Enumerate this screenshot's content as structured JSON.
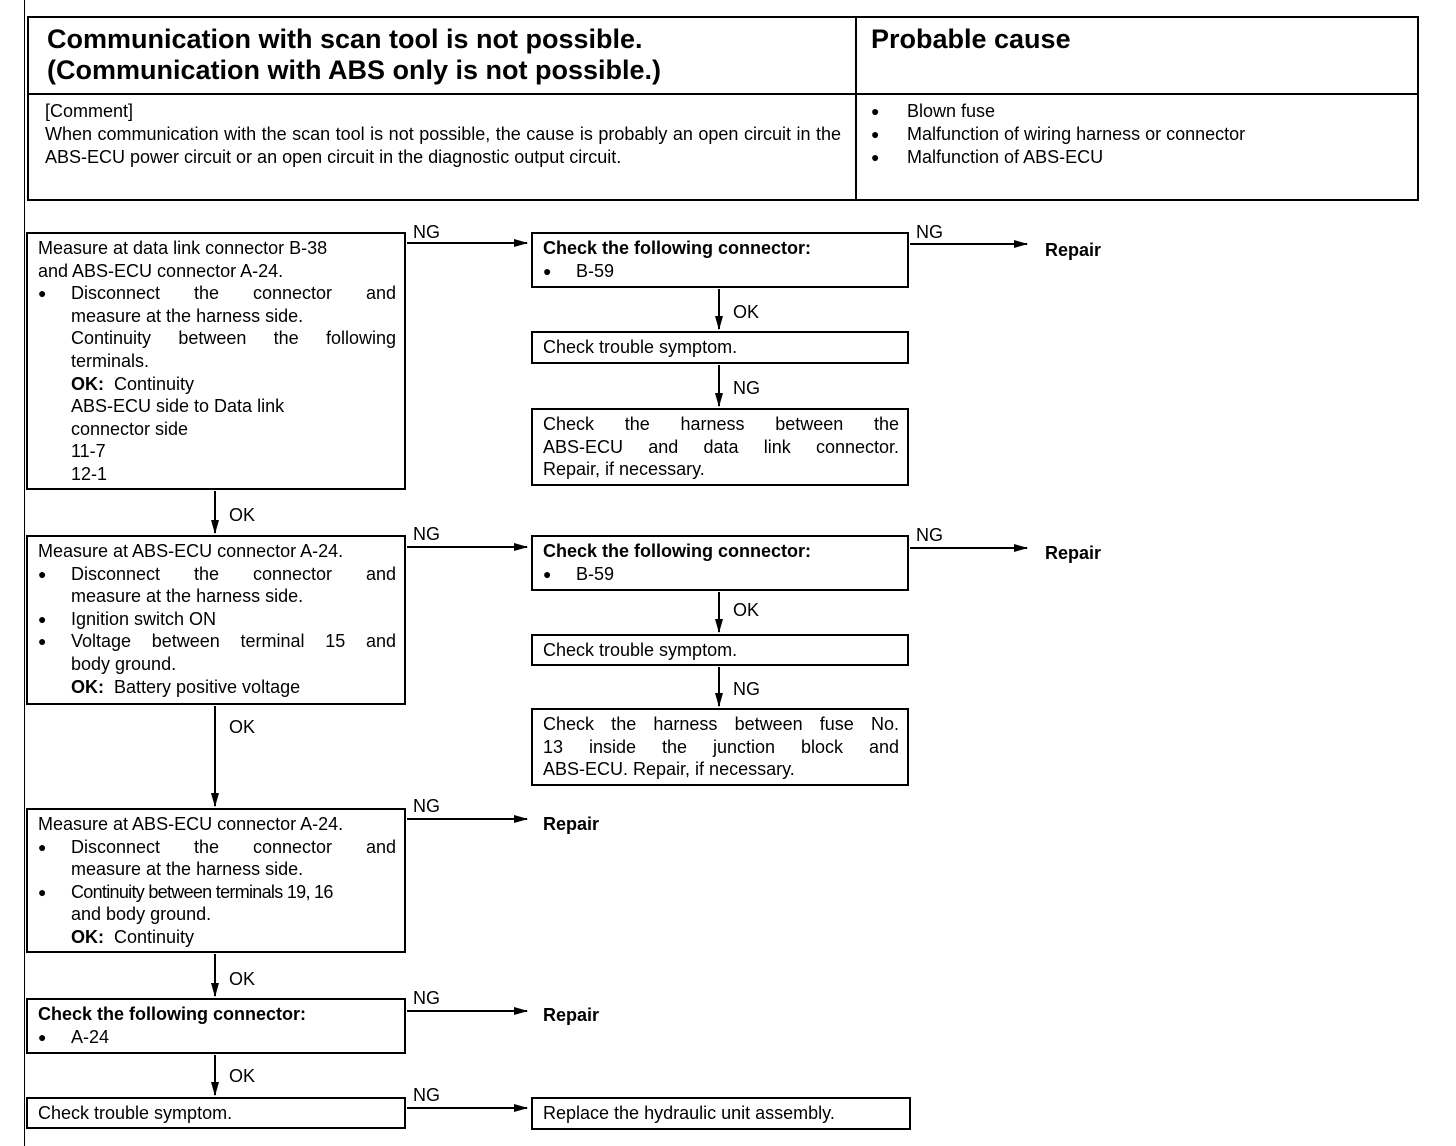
{
  "header": {
    "title_line1": "Communication with scan tool is not possible.",
    "title_line2": "(Communication with ABS only is not possible.)",
    "cause_title": "Probable cause",
    "comment_label": "[Comment]",
    "comment_text": "When communication with the scan tool is not possible, the cause is probably an open circuit in the ABS-ECU power circuit or an open circuit in the diagnostic output circuit.",
    "causes": [
      "Blown fuse",
      "Malfunction of wiring harness or connector",
      "Malfunction of ABS-ECU"
    ]
  },
  "step1": {
    "l1": "Measure at data link connector B-38",
    "l2": "and ABS-ECU connector A-24.",
    "b1a": "Disconnect the connector and",
    "b1b": "measure at the harness side.",
    "b1c": "Continuity between the following",
    "b1d": "terminals.",
    "ok_label": "OK:",
    "ok_value": "Continuity",
    "s1": "ABS-ECU side to Data link",
    "s2": "connector side",
    "s3": "11-7",
    "s4": "12-1"
  },
  "step2": {
    "l1": "Measure at ABS-ECU connector A-24.",
    "b1a": "Disconnect the connector and",
    "b1b": "measure at the harness side.",
    "b2": "Ignition switch ON",
    "b3a": "Voltage between terminal 15 and",
    "b3b": "body ground.",
    "ok_label": "OK:",
    "ok_value": "Battery positive voltage"
  },
  "step3": {
    "l1": "Measure at ABS-ECU connector A-24.",
    "b1a": "Disconnect the connector and",
    "b1b": "measure at the harness side.",
    "b2a": "Continuity between terminals 19, 16",
    "b2b": "and body ground.",
    "ok_label": "OK:",
    "ok_value": "Continuity"
  },
  "step4": {
    "title": "Check the following connector:",
    "item": "A-24"
  },
  "step5": {
    "text": "Check trouble symptom."
  },
  "branch1": {
    "conn_title": "Check the following connector:",
    "conn_item": "B-59",
    "symptom": "Check trouble symptom.",
    "harness_l1": "Check the harness between the",
    "harness_l2": "ABS-ECU and data link connector.",
    "harness_l3": "Repair, if necessary."
  },
  "branch2": {
    "conn_title": "Check the following connector:",
    "conn_item": "B-59",
    "symptom": "Check trouble symptom.",
    "harness_l1": "Check the harness between fuse No.",
    "harness_l2": "13 inside the junction block and",
    "harness_l3": "ABS-ECU. Repair, if necessary."
  },
  "replace": "Replace the hydraulic unit assembly.",
  "labels": {
    "ng": "NG",
    "ok": "OK",
    "repair": "Repair"
  }
}
